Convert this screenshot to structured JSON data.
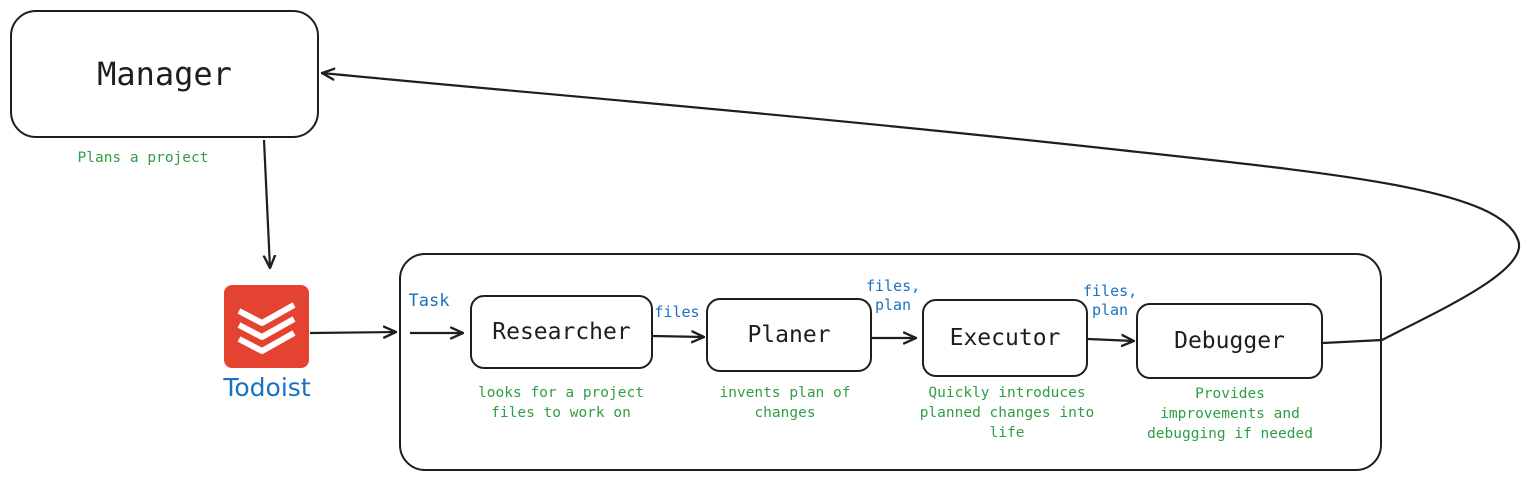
{
  "manager": {
    "label": "Manager",
    "note": "Plans a project"
  },
  "todoist": {
    "label": "Todoist",
    "icon": "todoist-logo-icon",
    "brand_color": "#e44332"
  },
  "pipeline": {
    "task_label": "Task",
    "agents": [
      {
        "label": "Researcher",
        "note_lines": [
          "looks for a project",
          "files to work on"
        ]
      },
      {
        "label": "Planer",
        "note_lines": [
          "invents plan of",
          "changes"
        ]
      },
      {
        "label": "Executor",
        "note_lines": [
          "Quickly introduces",
          "planned changes into",
          "life"
        ]
      },
      {
        "label": "Debugger",
        "note_lines": [
          "Provides",
          "improvements and",
          "debugging if needed"
        ]
      }
    ],
    "edge_labels": [
      {
        "lines": [
          "files"
        ]
      },
      {
        "lines": [
          "files,",
          "plan"
        ]
      },
      {
        "lines": [
          "files,",
          "plan"
        ]
      }
    ]
  },
  "colors": {
    "stroke": "#1e1e1e",
    "note": "#2f9e44",
    "flow_label": "#1971c2"
  }
}
